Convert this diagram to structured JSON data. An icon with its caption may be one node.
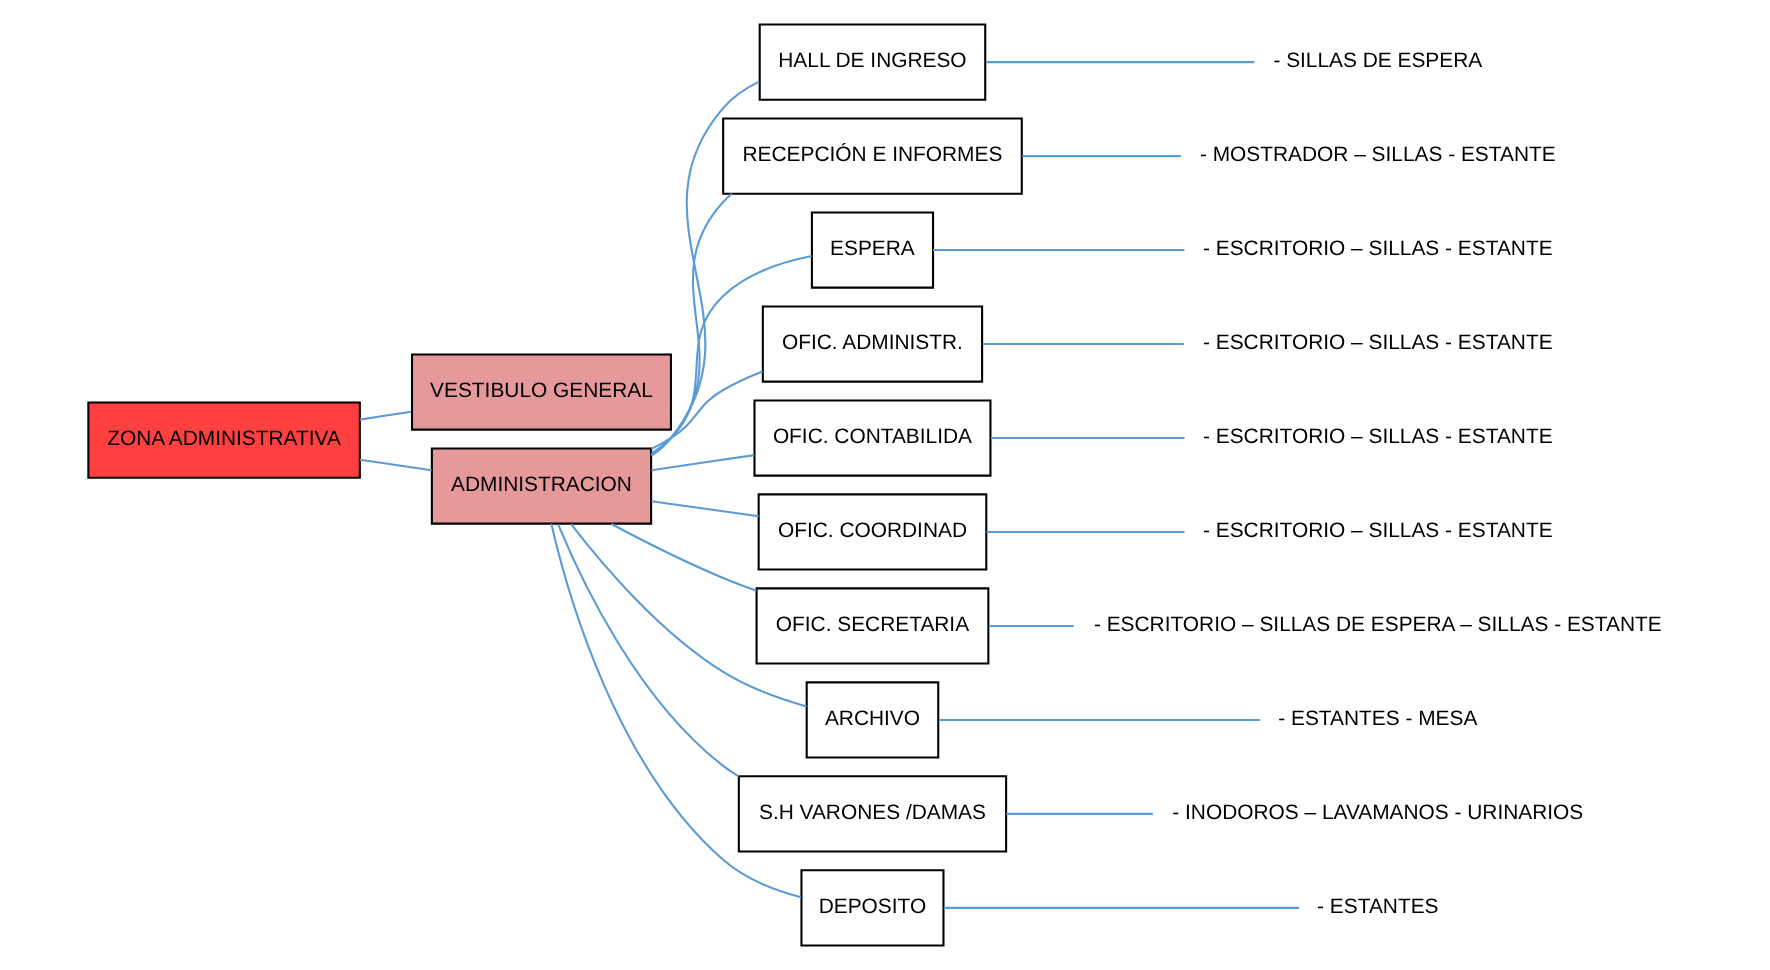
{
  "diagram": {
    "nodes": [
      {
        "text": [
          "ZONA ADMINISTRATIVA"
        ]
      },
      {
        "text": [
          "VESTIBULO GENERAL"
        ]
      },
      {
        "text": [
          "ADMINISTRACION"
        ]
      },
      {
        "text": [
          "HALL DE INGRESO"
        ]
      },
      {
        "text": [
          "- SILLAS DE ESPERA"
        ]
      },
      {
        "text": [
          "RECEPCIÓN E INFORMES"
        ]
      },
      {
        "text": [
          "- MOSTRADOR – SILLAS - ESTANTE"
        ]
      },
      {
        "text": [
          "ESPERA"
        ]
      },
      {
        "text": [
          "- ESCRITORIO – SILLAS - ESTANTE"
        ]
      },
      {
        "text": [
          "OFIC. ADMINISTR."
        ]
      },
      {
        "text": [
          "- ESCRITORIO – SILLAS - ESTANTE"
        ]
      },
      {
        "text": [
          "OFIC. CONTABILIDA"
        ]
      },
      {
        "text": [
          "- ESCRITORIO – SILLAS - ESTANTE"
        ]
      },
      {
        "text": [
          "OFIC. COORDINAD"
        ]
      },
      {
        "text": [
          "- ESCRITORIO – SILLAS - ESTANTE"
        ]
      },
      {
        "text": [
          "OFIC. SECRETARIA"
        ]
      },
      {
        "text": [
          "- ESCRITORIO – SILLAS DE ESPERA – SILLAS - ESTANTE"
        ]
      },
      {
        "text": [
          "ARCHIVO"
        ]
      },
      {
        "text": [
          "- ESTANTES - MESA"
        ]
      },
      {
        "text": [
          "S.H VARONES /DAMAS"
        ]
      },
      {
        "text": [
          "- INODOROS – LAVAMANOS - URINARIOS"
        ]
      },
      {
        "text": [
          "DEPOSITO"
        ]
      },
      {
        "text": [
          "- ESTANTES"
        ]
      }
    ],
    "edges": [
      {
        "from": 0,
        "to": 1,
        "arrow": "none"
      },
      {
        "from": 0,
        "to": 2,
        "arrow": "none"
      },
      {
        "from": 2,
        "to": 3,
        "arrow": "none"
      },
      {
        "from": 2,
        "to": 5,
        "arrow": "none"
      },
      {
        "from": 2,
        "to": 7,
        "arrow": "none"
      },
      {
        "from": 2,
        "to": 9,
        "arrow": "none"
      },
      {
        "from": 2,
        "to": 11,
        "arrow": "none"
      },
      {
        "from": 2,
        "to": 13,
        "arrow": "none"
      },
      {
        "from": 2,
        "to": 15,
        "arrow": "none"
      },
      {
        "from": 2,
        "to": 17,
        "arrow": "none"
      },
      {
        "from": 2,
        "to": 19,
        "arrow": "none"
      },
      {
        "from": 2,
        "to": 21,
        "arrow": "none"
      },
      {
        "from": 3,
        "to": 4,
        "arrow": "none"
      },
      {
        "from": 5,
        "to": 6,
        "arrow": "none"
      },
      {
        "from": 7,
        "to": 8,
        "arrow": "none"
      },
      {
        "from": 9,
        "to": 10,
        "arrow": "none"
      },
      {
        "from": 11,
        "to": 12,
        "arrow": "none"
      },
      {
        "from": 13,
        "to": 14,
        "arrow": "none"
      },
      {
        "from": 15,
        "to": 16,
        "arrow": "none"
      },
      {
        "from": 17,
        "to": 18,
        "arrow": "none"
      },
      {
        "from": 19,
        "to": 20,
        "arrow": "none"
      },
      {
        "from": 21,
        "to": 22,
        "arrow": "none"
      }
    ]
  }
}
